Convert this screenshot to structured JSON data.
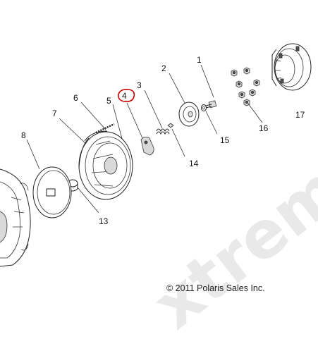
{
  "callouts": {
    "c1": "1",
    "c2": "2",
    "c3": "3",
    "c4": "4",
    "c5": "5",
    "c6": "6",
    "c7": "7",
    "c8": "8",
    "c13": "13",
    "c14": "14",
    "c15": "15",
    "c16": "16",
    "c17": "17"
  },
  "copyright": "© 2011 Polaris Sales Inc.",
  "watermark": "xtreme",
  "colors": {
    "line": "#222222",
    "highlight_circle": "#cc0000",
    "watermark": "#e9e9e9"
  }
}
